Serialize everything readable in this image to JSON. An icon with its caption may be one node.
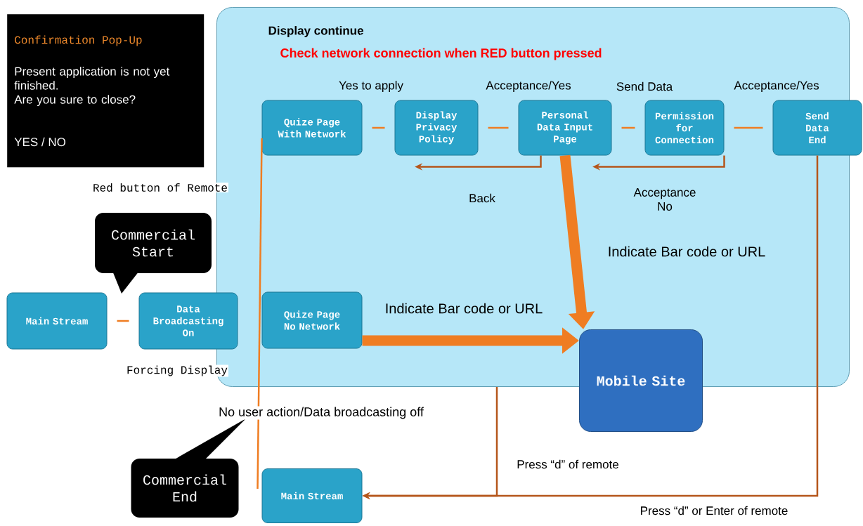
{
  "diagram": {
    "nodes": [
      {
        "text": [
          "Confirmation Pop-Up",
          "Present application is not yet finished.",
          "Are you sure to close?",
          "YES / NO"
        ]
      },
      {
        "text": [
          "Display continue",
          "Check network connection when RED button pressed"
        ]
      },
      {
        "text": [
          "Quize Page With Network"
        ],
        "in": 1
      },
      {
        "text": [
          "Display Privacy Policy"
        ],
        "in": 1
      },
      {
        "text": [
          "Personal Data Input Page"
        ],
        "in": 1
      },
      {
        "text": [
          "Permission for Connection"
        ],
        "in": 1
      },
      {
        "text": [
          "Send Data End"
        ]
      },
      {
        "text": [
          "Quize Page No Network"
        ],
        "in": 1
      },
      {
        "text": [
          "Mobile Site"
        ]
      },
      {
        "text": [
          "Main Stream"
        ]
      },
      {
        "text": [
          "Data Broadcasting On"
        ]
      },
      {
        "text": [
          "Main Stream"
        ]
      },
      {
        "text": [
          "Commercial Start"
        ]
      },
      {
        "text": [
          "Commercial End"
        ]
      }
    ],
    "edges": [
      {
        "from": 9,
        "to": 10,
        "arrow": "none"
      },
      {
        "from": 2,
        "to": 3,
        "arrow": "none",
        "label": "Yes to apply"
      },
      {
        "from": 3,
        "to": 4,
        "arrow": "none",
        "label": "Acceptance/Yes"
      },
      {
        "from": 4,
        "to": 5,
        "arrow": "none",
        "label": "Send Data"
      },
      {
        "from": 5,
        "to": 6,
        "arrow": "none",
        "label": "Acceptance/Yes"
      },
      {
        "from": 4,
        "to": 3,
        "arrow": "to",
        "label": "Back",
        "color": "#b5561b"
      },
      {
        "from": 5,
        "to": 4,
        "arrow": "to",
        "label": "Acceptance No",
        "color": "#b5561b"
      },
      {
        "from": 4,
        "to": 8,
        "arrow": "to",
        "label": "Indicate Bar code or URL",
        "style": "thick"
      },
      {
        "from": 7,
        "to": 8,
        "arrow": "to",
        "label": "Indicate Bar code or URL",
        "style": "thick"
      },
      {
        "from": 2,
        "to": 11,
        "arrow": "none"
      },
      {
        "from": 1,
        "to": 11,
        "arrow": "to",
        "label": "Press “d” of remote",
        "color": "#b5561b"
      },
      {
        "from": 6,
        "to": 11,
        "arrow": "to",
        "label": "Press “d” or Enter of remote",
        "color": "#b5561b"
      }
    ],
    "labels": [
      "Red button of Remote",
      "Forcing Display",
      "No user action/Data broadcasting off"
    ]
  }
}
